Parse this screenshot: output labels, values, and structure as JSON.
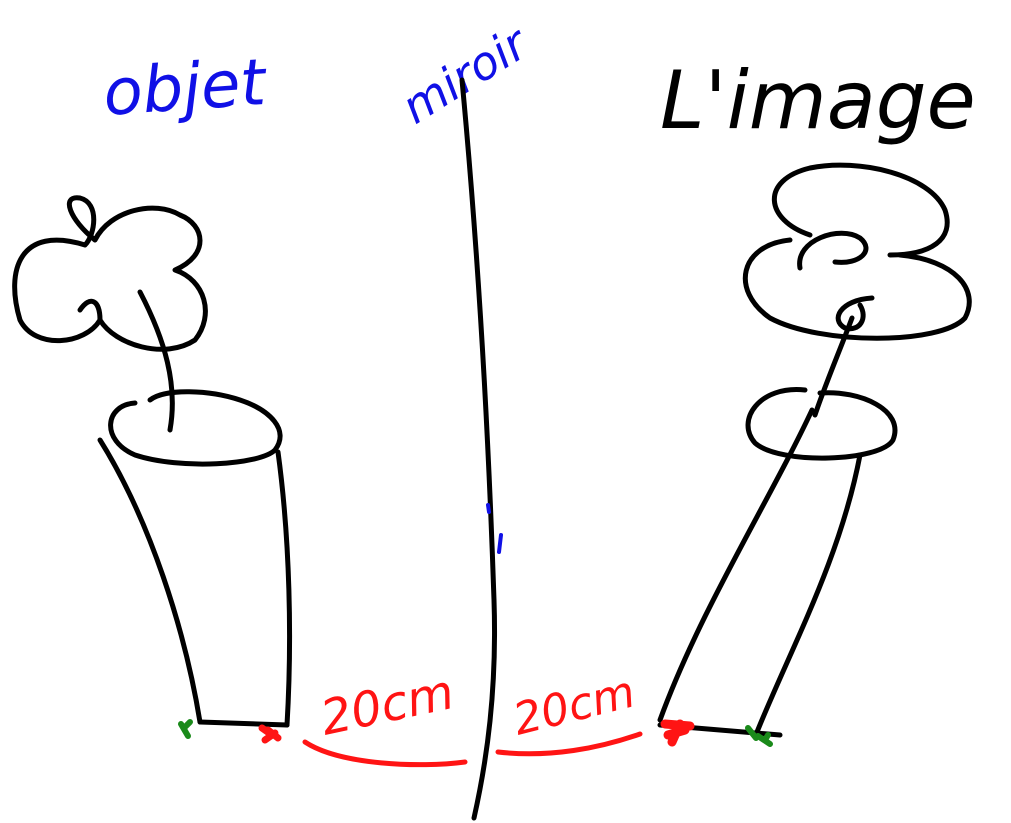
{
  "labels": {
    "object": "objet",
    "mirror": "miroir",
    "image": "L'image",
    "distance_left": "20cm",
    "distance_right": "20cm"
  },
  "colors": {
    "ink": "#000000",
    "blue": "#1010e6",
    "red": "#ff1414",
    "green": "#1a8a1a"
  }
}
